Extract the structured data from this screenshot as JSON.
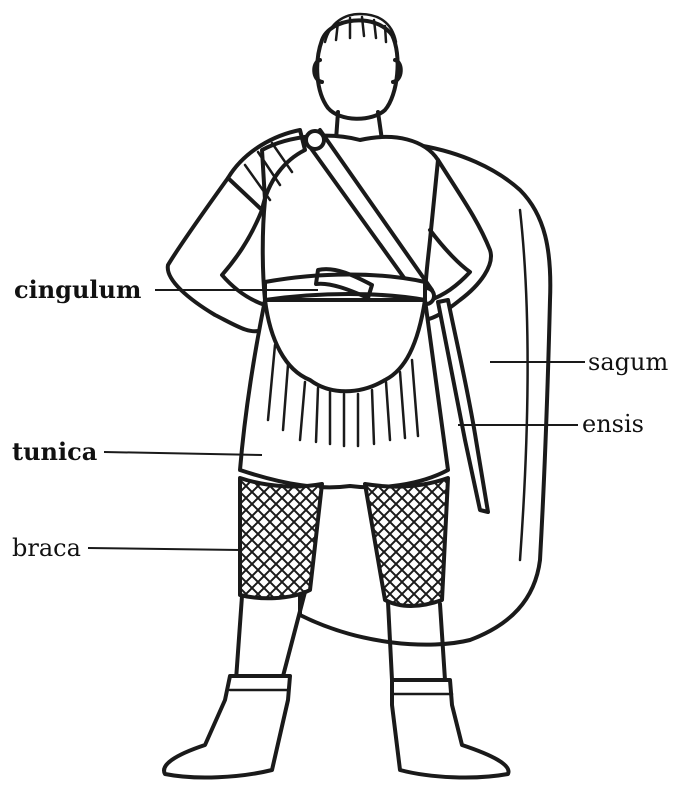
{
  "labels": {
    "cingulum": "cingulum",
    "tunica": "tunica",
    "braca": "braca",
    "sagum": "sagum",
    "ensis": "ensis"
  },
  "colors": {
    "ink": "#1a1a1a",
    "paper": "#ffffff"
  }
}
